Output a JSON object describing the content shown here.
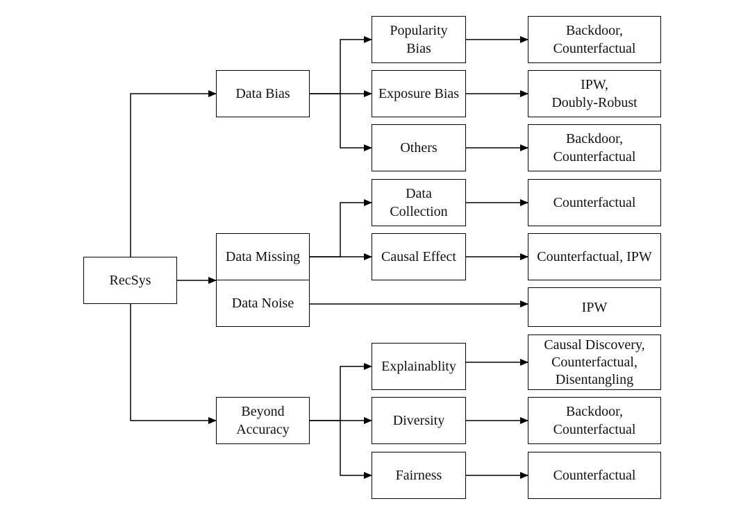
{
  "diagram": {
    "root": "RecSys",
    "categories": {
      "data_bias": "Data Bias",
      "data_missing": "Data Missing",
      "data_noise": "Data Noise",
      "beyond_accuracy": "Beyond\nAccuracy"
    },
    "issues": {
      "popularity_bias": "Popularity\nBias",
      "exposure_bias": "Exposure Bias",
      "others": "Others",
      "data_collection": "Data\nCollection",
      "causal_effect": "Causal Effect",
      "explainability": "Explainablity",
      "diversity": "Diversity",
      "fairness": "Fairness"
    },
    "methods": {
      "popularity_bias": "Backdoor,\nCounterfactual",
      "exposure_bias": "IPW,\nDoubly-Robust",
      "others": "Backdoor,\nCounterfactual",
      "data_collection": "Counterfactual",
      "causal_effect": "Counterfactual, IPW",
      "data_noise": "IPW",
      "explainability": "Causal Discovery,\nCounterfactual,\nDisentangling",
      "diversity": "Backdoor,\nCounterfactual",
      "fairness": "Counterfactual"
    }
  }
}
